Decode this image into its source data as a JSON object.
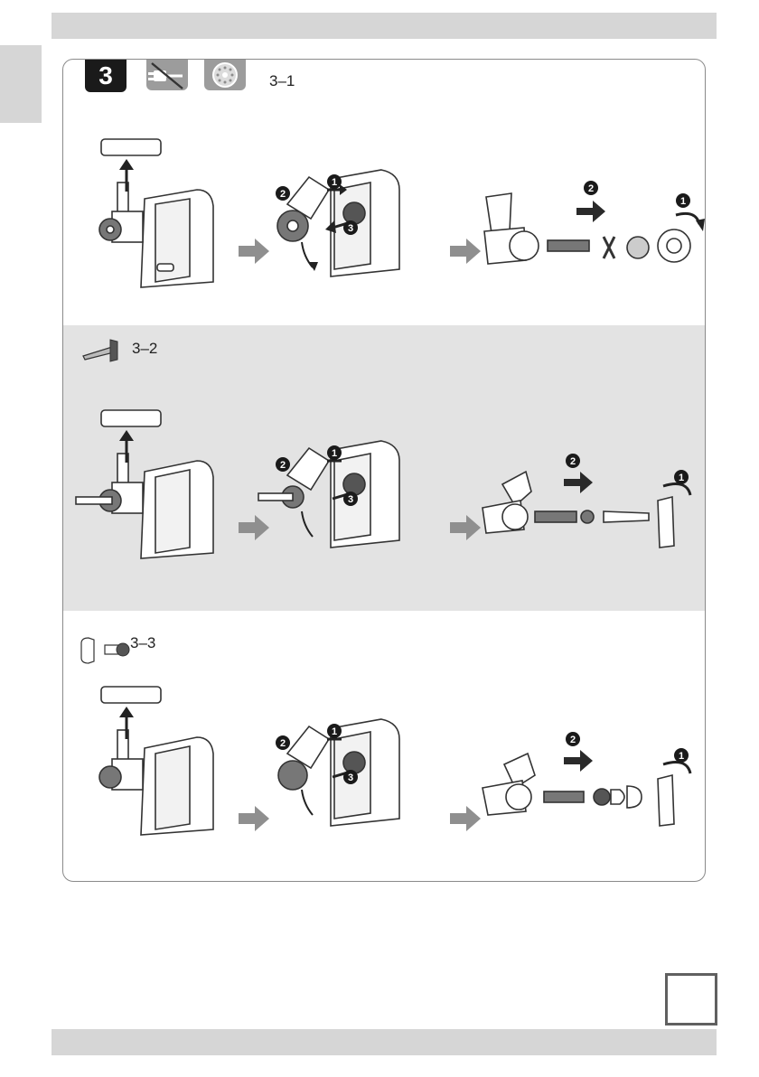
{
  "header": {
    "step_number": "3"
  },
  "sections": [
    {
      "label": "3–1"
    },
    {
      "label": "3–2"
    },
    {
      "label": "3–3"
    }
  ],
  "callouts": [
    "1",
    "2",
    "3"
  ],
  "colors": {
    "band_gray": "#e3e3e3",
    "frame_border": "#8a8a8a",
    "arrow_gray": "#8f8f8f",
    "arrow_dark": "#2a2a2a",
    "callout_fill": "#1a1a1a"
  },
  "icons": [
    "unplug-icon",
    "mincing-plate-icon",
    "sausage-attachment-icon",
    "kebbe-attachment-icon"
  ]
}
